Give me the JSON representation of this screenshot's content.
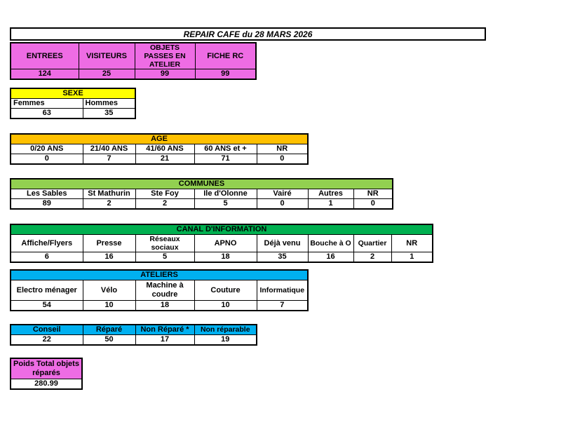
{
  "title_bar": {
    "text": "REPAIR CAFE du 28 MARS 2026"
  },
  "colors": {
    "pink": "#EE6CE4",
    "yellow": "#FFFF00",
    "orange": "#FFC000",
    "communes_green": "#92D050",
    "canal_green": "#00B050",
    "blue": "#00B0F0",
    "border": "#000000",
    "background": "#FFFFFF"
  },
  "summary": {
    "columns": [
      {
        "label": "ENTREES",
        "value": "124"
      },
      {
        "label": "VISITEURS",
        "value": "25"
      },
      {
        "label": "OBJETS PASSES EN ATELIER",
        "value": "99"
      },
      {
        "label": "FICHE RC",
        "value": "99"
      }
    ]
  },
  "sexe": {
    "header": "SEXE",
    "columns": [
      {
        "label": "Femmes",
        "value": "63"
      },
      {
        "label": "Hommes",
        "value": "35"
      }
    ]
  },
  "age": {
    "header": "AGE",
    "columns": [
      {
        "label": "0/20 ANS",
        "value": "0"
      },
      {
        "label": "21/40 ANS",
        "value": "7"
      },
      {
        "label": "41/60 ANS",
        "value": "21"
      },
      {
        "label": "60 ANS et +",
        "value": "71"
      },
      {
        "label": "NR",
        "value": "0"
      }
    ]
  },
  "communes": {
    "header": "COMMUNES",
    "columns": [
      {
        "label": "Les Sables",
        "value": "89"
      },
      {
        "label": "St Mathurin",
        "value": "2"
      },
      {
        "label": "Ste Foy",
        "value": "2"
      },
      {
        "label": "Ile d'Olonne",
        "value": "5"
      },
      {
        "label": "Vairé",
        "value": "0"
      },
      {
        "label": "Autres",
        "value": "1"
      },
      {
        "label": "NR",
        "value": "0"
      }
    ]
  },
  "canal": {
    "header": "CANAL D'INFORMATION",
    "columns": [
      {
        "label": "Affiche/Flyers",
        "value": "6"
      },
      {
        "label": "Presse",
        "value": "16"
      },
      {
        "label": "Réseaux sociaux",
        "value": "5"
      },
      {
        "label": "APNO",
        "value": "18"
      },
      {
        "label": "Déjà venu",
        "value": "35"
      },
      {
        "label": "Bouche à O",
        "value": "16"
      },
      {
        "label": "Quartier",
        "value": "2"
      },
      {
        "label": "NR",
        "value": "1"
      }
    ]
  },
  "ateliers": {
    "header": "ATELIERS",
    "columns": [
      {
        "label": "Electro ménager",
        "value": "54"
      },
      {
        "label": "Vélo",
        "value": "10"
      },
      {
        "label": "Machine à coudre",
        "value": "18"
      },
      {
        "label": "Couture",
        "value": "10"
      },
      {
        "label": "Informatique",
        "value": "7"
      }
    ]
  },
  "resultats": {
    "columns": [
      {
        "label": "Conseil",
        "value": "22"
      },
      {
        "label": "Réparé",
        "value": "50"
      },
      {
        "label": "Non Réparé *",
        "value": "17"
      },
      {
        "label": "Non réparable",
        "value": "19"
      }
    ]
  },
  "poids": {
    "header": "Poids Total objets réparés",
    "value": "280.99"
  }
}
